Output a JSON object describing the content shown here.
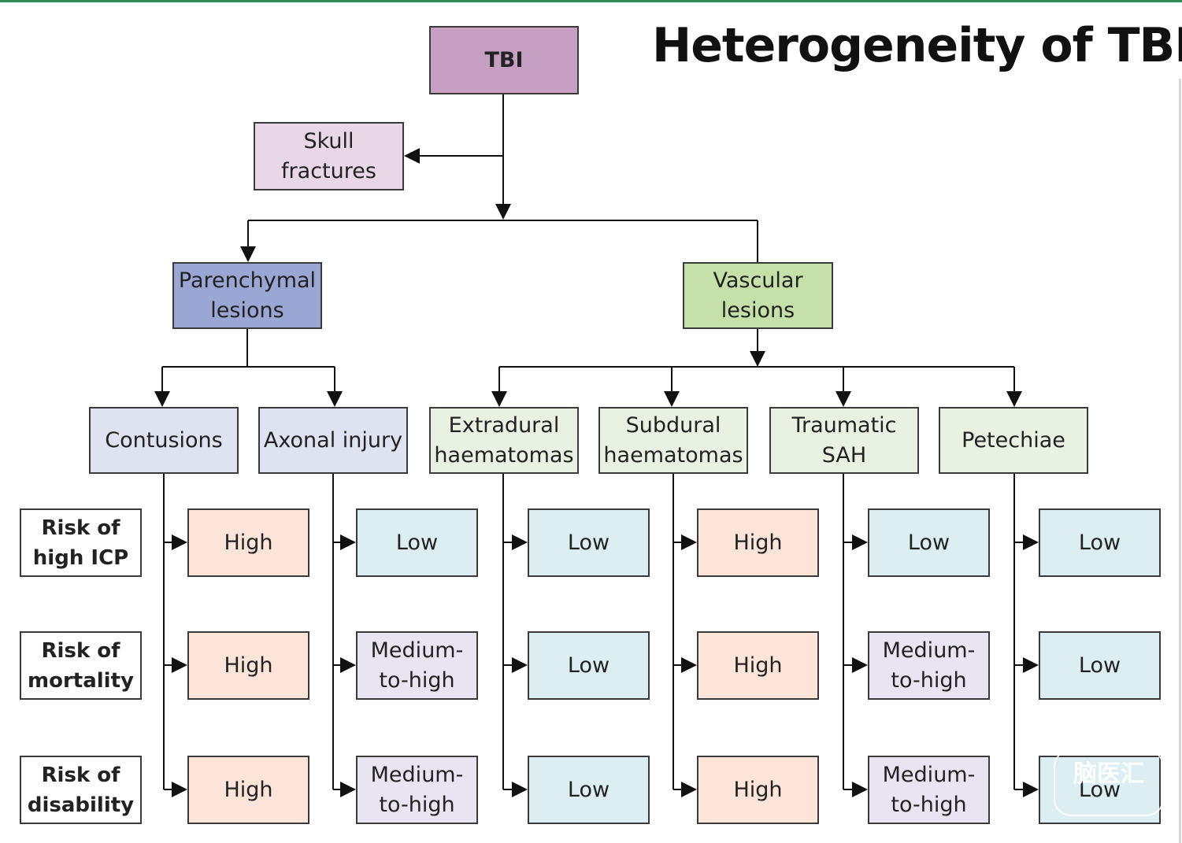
{
  "title": "Heterogeneity of TBI",
  "colors": {
    "tbi": "#c69fc3",
    "skull": "#e9d7e8",
    "parenchymal": "#9aa6d4",
    "parenchymal_child": "#dfe2f1",
    "vascular": "#c5e0a8",
    "vascular_child": "#e9f2e2",
    "high": "#fce4d9",
    "low": "#ddeef3",
    "medium": "#e8e4f1",
    "line": "#111111"
  },
  "nodes": {
    "tbi": "TBI",
    "skull": "Skull fractures",
    "parenchymal": "Parenchymal lesions",
    "vascular": "Vascular lesions"
  },
  "subtypes": [
    "Contusions",
    "Axonal injury",
    "Extradural haematomas",
    "Subdural haematomas",
    "Traumatic SAH",
    "Petechiae"
  ],
  "risk_rows": [
    {
      "label": "Risk of high ICP",
      "values": [
        {
          "text": "High",
          "level": "high"
        },
        {
          "text": "Low",
          "level": "low"
        },
        {
          "text": "Low",
          "level": "low"
        },
        {
          "text": "High",
          "level": "high"
        },
        {
          "text": "Low",
          "level": "low"
        },
        {
          "text": "Low",
          "level": "low"
        }
      ]
    },
    {
      "label": "Risk of mortality",
      "values": [
        {
          "text": "High",
          "level": "high"
        },
        {
          "text": "Medium-to-high",
          "level": "medium"
        },
        {
          "text": "Low",
          "level": "low"
        },
        {
          "text": "High",
          "level": "high"
        },
        {
          "text": "Medium-to-high",
          "level": "medium"
        },
        {
          "text": "Low",
          "level": "low"
        }
      ]
    },
    {
      "label": "Risk of disability",
      "values": [
        {
          "text": "High",
          "level": "high"
        },
        {
          "text": "Medium-to-high",
          "level": "medium"
        },
        {
          "text": "Low",
          "level": "low"
        },
        {
          "text": "High",
          "level": "high"
        },
        {
          "text": "Medium-to-high",
          "level": "medium"
        },
        {
          "text": "Low",
          "level": "low"
        }
      ]
    }
  ],
  "watermark": "脑医汇"
}
